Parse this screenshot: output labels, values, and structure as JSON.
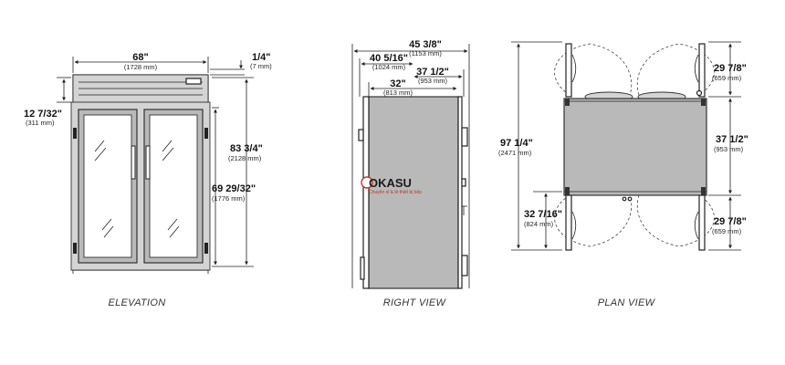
{
  "watermark": {
    "brand": "OKASU",
    "tagline": "Chuyên sỉ & lẻ thiết bị bếp"
  },
  "elevation": {
    "caption": "ELEVATION",
    "width": {
      "main": "68\"",
      "sub": "(1728 mm)"
    },
    "gap": {
      "main": "1/4\"",
      "sub": "(7 mm)"
    },
    "top_section": {
      "main": "12 7/32\"",
      "sub": "(311 mm)"
    },
    "overall_height": {
      "main": "83 3/4\"",
      "sub": "(2128 mm)"
    },
    "door_height": {
      "main": "69 29/32\"",
      "sub": "(1776 mm)"
    }
  },
  "right_view": {
    "caption": "RIGHT VIEW",
    "overall_depth": {
      "main": "45 3/8\"",
      "sub": "(1153 mm)"
    },
    "depth_a": {
      "main": "40 5/16\"",
      "sub": "(1024 mm)"
    },
    "depth_b": {
      "main": "37 1/2\"",
      "sub": "(953 mm)"
    },
    "depth_c": {
      "main": "32\"",
      "sub": "(813 mm)"
    }
  },
  "plan_view": {
    "caption": "PLAN VIEW",
    "total": {
      "main": "97 1/4\"",
      "sub": "(2471 mm)"
    },
    "swing_top": {
      "main": "29 7/8\"",
      "sub": "(659 mm)"
    },
    "body": {
      "main": "37 1/2\"",
      "sub": "(953 mm)"
    },
    "swing_bottom": {
      "main": "29 7/8\"",
      "sub": "(659 mm)"
    },
    "offset": {
      "main": "32 7/16\"",
      "sub": "(824 mm)"
    }
  }
}
